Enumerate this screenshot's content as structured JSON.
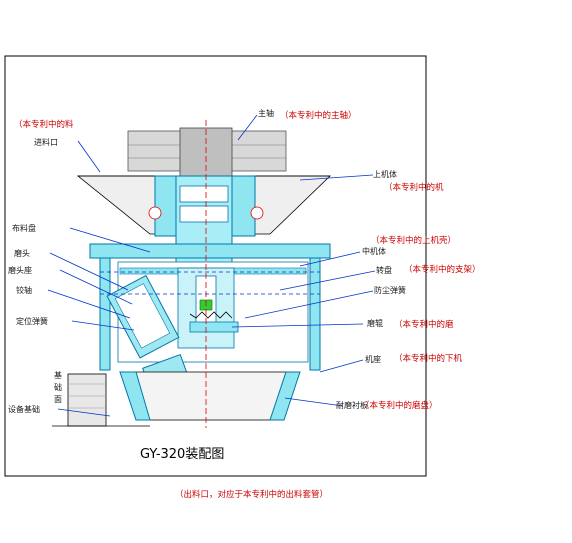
{
  "title": "GY-320装配图",
  "bottom_note": "（出料口，对应于本专利中的出料套管）",
  "left_labels": {
    "feed_inlet": "进料口",
    "distributor_plate": "布料盘",
    "grinding_head": "磨头",
    "grinding_head_seat": "磨头座",
    "hinge_shaft": "铰轴",
    "positioning_spring": "定位弹簧",
    "foundation_chars": [
      "基",
      "础",
      "面"
    ],
    "equipment_foundation": "设备基础"
  },
  "right_labels": {
    "spindle": "主轴",
    "upper_body": "上机体",
    "middle_body": "中机体",
    "turntable": "转盘",
    "dust_seal_spring": "防尘弹簧",
    "grinding_roller": "磨辊",
    "frame": "机座",
    "wear_liner": "耐磨衬板"
  },
  "annotations": {
    "material": "（本专利中的料",
    "main_shaft": "（本专利中的主轴）",
    "machine": "（本专利中的机",
    "upper_shell": "（本专利中的上机壳）",
    "support": "（本专利中的支架）",
    "grinder": "（本专利中的磨",
    "lower_machine": "（本专利中的下机",
    "grinding_disc": "（本专利中的磨盘）"
  },
  "colors": {
    "body": "#8fe6f0",
    "outline": "#0077aa",
    "annotation": "#cc0000",
    "leader": "#0033cc"
  }
}
